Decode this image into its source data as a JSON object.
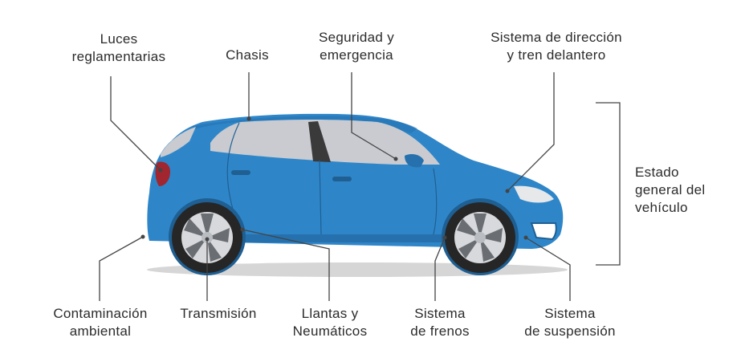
{
  "labels": {
    "luces": [
      "Luces",
      "reglamentarias"
    ],
    "chasis": [
      "Chasis"
    ],
    "seguridad": [
      "Seguridad y",
      "emergencia"
    ],
    "direccion": [
      "Sistema de dirección",
      "y tren delantero"
    ],
    "estado": [
      "Estado",
      "general del",
      "vehículo"
    ],
    "contaminacion": [
      "Contaminación",
      "ambiental"
    ],
    "transmision": [
      "Transmisión"
    ],
    "llantas": [
      "Llantas y",
      "Neumáticos"
    ],
    "frenos": [
      "Sistema",
      "de frenos"
    ],
    "suspension": [
      "Sistema",
      "de suspensión"
    ]
  },
  "colors": {
    "body": "#2e86c9",
    "body_dark": "#2671ad",
    "window": "#c9cbd0",
    "tire": "#262626",
    "rim": "#d7d9dc",
    "light_red": "#a1262f",
    "text": "#2b2b2b",
    "leader": "#444444",
    "shadow": "#d6d6d6"
  }
}
